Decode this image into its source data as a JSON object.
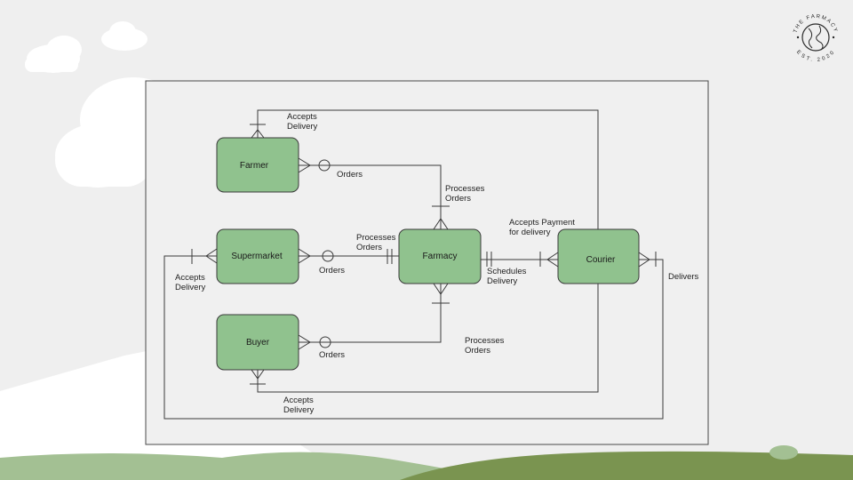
{
  "logo": {
    "top_text": "THE FARMACY",
    "bottom_text": "EST. 2020"
  },
  "entities": {
    "farmer": "Farmer",
    "supermarket": "Supermarket",
    "buyer": "Buyer",
    "farmacy": "Farmacy",
    "courier": "Courier"
  },
  "relationships": {
    "farmer_accepts_delivery": [
      "Accepts",
      "Delivery"
    ],
    "farmer_orders": "Orders",
    "farmacy_processes_top": [
      "Processes",
      "Orders"
    ],
    "supermarket_processes": [
      "Processes",
      "Orders"
    ],
    "supermarket_orders": "Orders",
    "supermarket_accepts_delivery": [
      "Accepts",
      "Delivery"
    ],
    "accepts_payment": [
      "Accepts Payment",
      "for delivery"
    ],
    "schedules_delivery": [
      "Schedules",
      "Delivery"
    ],
    "delivers": "Delivers",
    "buyer_processes": [
      "Processes",
      "Orders"
    ],
    "buyer_orders": "Orders",
    "buyer_accepts_delivery": [
      "Accepts",
      "Delivery"
    ]
  },
  "colors": {
    "background": "#efefef",
    "entity_fill": "#90c28e",
    "panel_fill": "#f0f0f0",
    "hill_light": "#a3c093",
    "hill_dark": "#7a9450",
    "cloud": "#ffffff"
  }
}
